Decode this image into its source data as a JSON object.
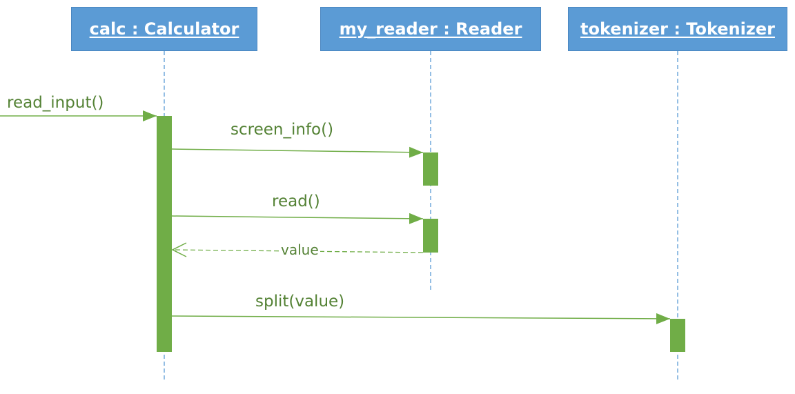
{
  "lifelines": {
    "calc": "calc : Calculator",
    "reader": "my_reader : Reader",
    "tokenizer": "tokenizer : Tokenizer"
  },
  "messages": {
    "read_input": "read_input()",
    "screen_info": "screen_info()",
    "read": "read()",
    "value": "value",
    "split": "split(value)"
  },
  "colors": {
    "header_fill": "#5b9bd5",
    "header_text": "#ffffff",
    "lifeline": "#5b9bd5",
    "activation": "#70ad47",
    "message": "#548235"
  }
}
